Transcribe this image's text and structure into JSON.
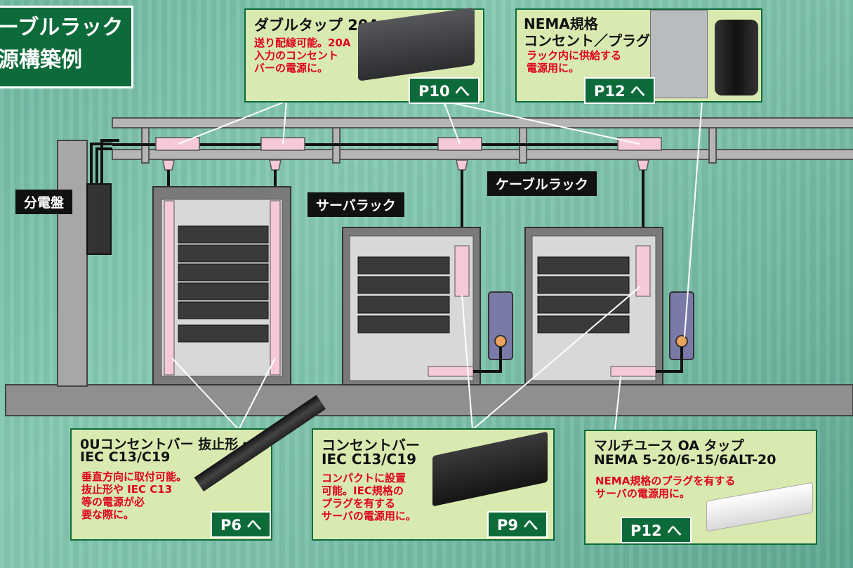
{
  "title": {
    "line1": "ケーブルラック",
    "line2": "電源構築例"
  },
  "labels": {
    "panel": "分電盤",
    "server_rack": "サーバラック",
    "cable_rack": "ケーブルラック"
  },
  "callouts": {
    "double_tap": {
      "title": "ダブルタップ 20A",
      "desc1": "送り配線可能。20A",
      "desc2": "入力のコンセント",
      "desc3": "バーの電源に。",
      "page": "P10 へ"
    },
    "nema": {
      "title1": "NEMA規格",
      "title2": "コンセント／プラグ",
      "desc1": "ラック内に供給する",
      "desc2": "電源用に。",
      "page": "P12 へ"
    },
    "zero_u": {
      "title1": "0Uコンセントバー 抜止形・",
      "title2": "IEC C13/C19",
      "desc1": "垂直方向に取付可能。",
      "desc2": "抜止形や IEC C13",
      "desc3": "等の電源が必",
      "desc4": "要な際に。",
      "page": "P6 へ"
    },
    "outlet_bar": {
      "title1": "コンセントバー",
      "title2": "IEC C13/C19",
      "desc1": "コンパクトに設置",
      "desc2": "可能。IEC規格の",
      "desc3": "プラグを有する",
      "desc4": "サーバの電源用に。",
      "page": "P9 へ"
    },
    "multi_tap": {
      "title1": "マルチユース OA タップ",
      "title2": "NEMA 5-20/6-15/6ALT-20",
      "desc1": "NEMA規格のプラグを有する",
      "desc2": "サーバの電源用に。",
      "page": "P12 へ"
    }
  },
  "colors": {
    "brand_green": "#0d6b3a",
    "callout_bg": "#d9eab0",
    "accent_red": "#e0001a",
    "outlet_pink": "#f6c9d6"
  }
}
